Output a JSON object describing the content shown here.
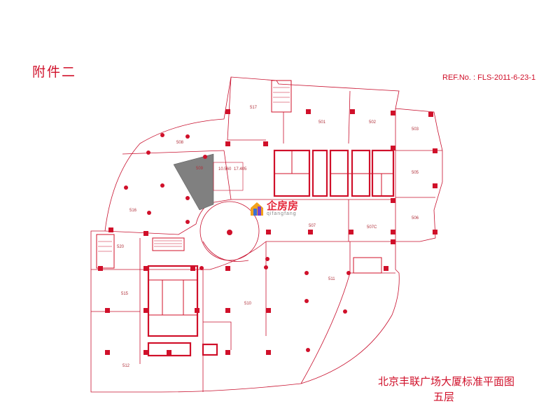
{
  "annex_title": "附件二",
  "ref_no": "REF.No. : FLS-2011-6-23-1",
  "caption_line1": "北京丰联广场大厦标准平面图",
  "caption_line2": "五层",
  "watermark": {
    "main": "企房房",
    "sub": "qifangfang"
  },
  "rooms": {
    "r501": "501",
    "r502": "502",
    "r503": "503",
    "r505": "505",
    "r506": "506",
    "r507": "507",
    "r507c": "507C",
    "r508": "508",
    "r509": "509",
    "r510": "510",
    "r511": "511",
    "r512": "512",
    "r515": "515",
    "r516": "516",
    "r517": "517",
    "r520": "520"
  },
  "dims": {
    "d1": "10.560",
    "d2": "17.405"
  },
  "colors": {
    "line": "#c8102e",
    "fill": "#d0102a",
    "hatch": "#808080"
  }
}
